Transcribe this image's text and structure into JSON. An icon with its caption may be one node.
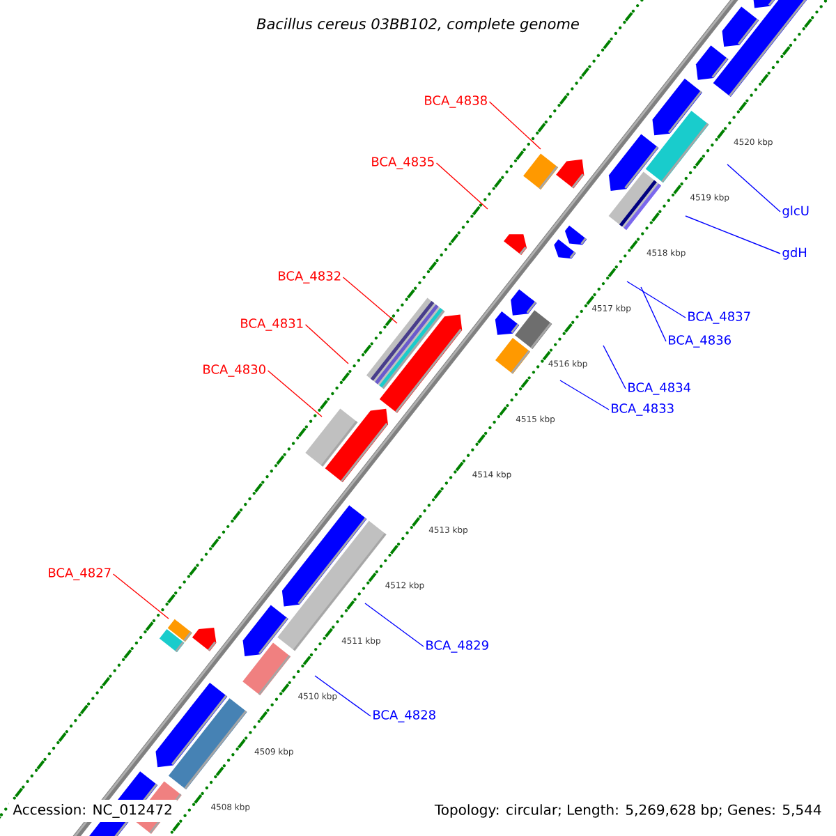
{
  "diagram": {
    "title": "Bacillus cereus 03BB102, complete genome",
    "nodes": [
      {
        "text": [
          "BCA_4838"
        ]
      },
      {
        "text": [
          "BCA_4835"
        ]
      },
      {
        "text": [
          "glcU"
        ]
      },
      {
        "text": [
          "gdH"
        ]
      },
      {
        "text": [
          "BCA_4832"
        ]
      },
      {
        "text": [
          "BCA_4837"
        ]
      },
      {
        "text": [
          "BCA_4831"
        ]
      },
      {
        "text": [
          "BCA_4836"
        ]
      },
      {
        "text": [
          "BCA_4830"
        ]
      },
      {
        "text": [
          "BCA_4834"
        ]
      },
      {
        "text": [
          "BCA_4833"
        ]
      },
      {
        "text": [
          "BCA_4827"
        ]
      },
      {
        "text": [
          "BCA_4829"
        ]
      },
      {
        "text": [
          "BCA_4828"
        ]
      }
    ],
    "edges": [
      {
        "from": 0,
        "to": null,
        "arrow": "none",
        "color": "#ff0000"
      },
      {
        "from": 1,
        "to": null,
        "arrow": "none",
        "color": "#ff0000"
      },
      {
        "from": 2,
        "to": null,
        "arrow": "none"
      },
      {
        "from": 3,
        "to": null,
        "arrow": "none"
      },
      {
        "from": 4,
        "to": null,
        "arrow": "none",
        "color": "#ff0000"
      },
      {
        "from": 5,
        "to": null,
        "arrow": "none"
      },
      {
        "from": 6,
        "to": null,
        "arrow": "none",
        "color": "#ff0000"
      },
      {
        "from": 7,
        "to": null,
        "arrow": "none"
      },
      {
        "from": 8,
        "to": null,
        "arrow": "none",
        "color": "#ff0000"
      },
      {
        "from": 9,
        "to": null,
        "arrow": "none"
      },
      {
        "from": 10,
        "to": null,
        "arrow": "none"
      },
      {
        "from": 11,
        "to": null,
        "arrow": "none",
        "color": "#ff0000"
      },
      {
        "from": 12,
        "to": null,
        "arrow": "none"
      },
      {
        "from": 13,
        "to": null,
        "arrow": "none"
      }
    ],
    "labels": [
      "4520 kbp",
      "4519 kbp",
      "4518 kbp",
      "4517 kbp",
      "4516 kbp",
      "4515 kbp",
      "4514 kbp",
      "4513 kbp",
      "4512 kbp",
      "4511 kbp",
      "4510 kbp",
      "4509 kbp",
      "4508 kbp",
      "Accession: NC_012472",
      "Topology: circular; Length: 5,269,628 bp; Genes: 5,544"
    ]
  }
}
